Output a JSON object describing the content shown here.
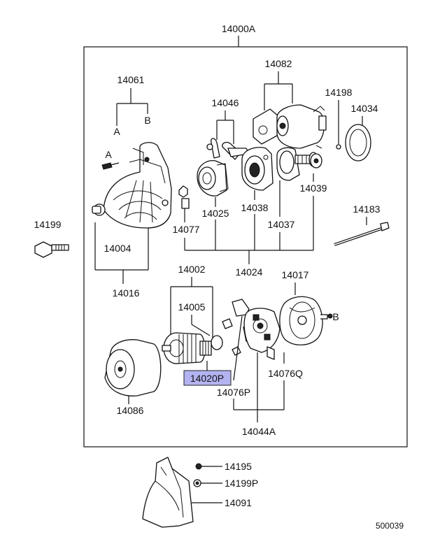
{
  "diagram": {
    "assembly_label": "14000A",
    "labels": {
      "p14061": "14061",
      "pA": "A",
      "pB": "B",
      "pA2": "A",
      "p14082": "14082",
      "p14198": "14198",
      "p14034": "14034",
      "p14046": "14046",
      "p14039": "14039",
      "p14183": "14183",
      "p14199": "14199",
      "p14025": "14025",
      "p14038": "14038",
      "p14077": "14077",
      "p14037": "14037",
      "p14004": "14004",
      "p14024": "14024",
      "p14016": "14016",
      "p14002": "14002",
      "p14017": "14017",
      "p14005": "14005",
      "pB2": "B",
      "p14020P": "14020P",
      "p14076Q": "14076Q",
      "p14076P": "14076P",
      "p14086": "14086",
      "p14044A": "14044A",
      "p14195": "14195",
      "p14199P": "14199P",
      "p14091": "14091"
    },
    "highlight_color": "#b3b3f2",
    "figure_id": "500039"
  }
}
